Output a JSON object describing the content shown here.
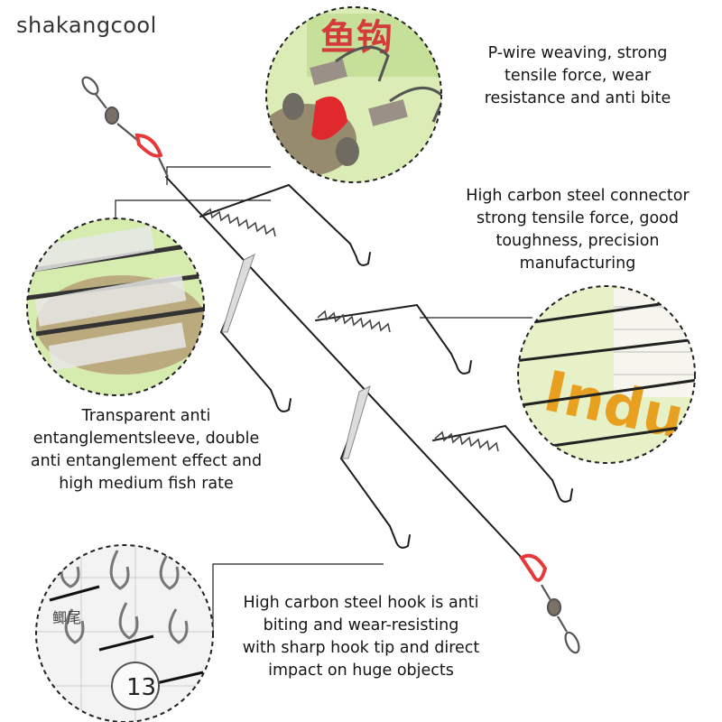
{
  "brand": "shakangcool",
  "callouts": {
    "swivel": [
      "P-wire weaving, strong",
      "tensile force, wear",
      "resistance and anti bite"
    ],
    "connector": [
      "High carbon steel connector",
      "strong tensile force, good",
      "toughness, precision",
      "manufacturing"
    ],
    "sleeve": [
      "Transparent anti",
      "entanglementsleeve, double",
      "anti entanglement effect and",
      "high medium fish rate"
    ],
    "hook": [
      "High carbon steel hook is anti",
      "biting and wear-resisting",
      "with sharp hook tip and direct",
      "impact on huge objects"
    ]
  },
  "colors": {
    "wire": "#1e1e1e",
    "red_sleeve": "#e63a3a",
    "swivel_metal": "#7a7268",
    "circle_border": "#222222",
    "leader_line": "#222222",
    "package_green": "#d8ecb0"
  }
}
